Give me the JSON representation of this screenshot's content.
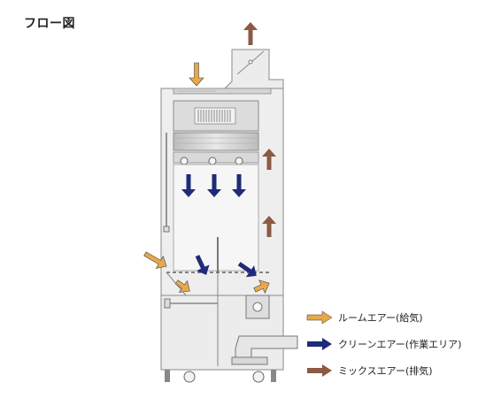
{
  "title": "フロー図",
  "legend": [
    {
      "label": "ルームエアー(給気)",
      "color": "#e8a84a"
    },
    {
      "label": "クリーンエアー(作業エリア)",
      "color": "#1f2a7a"
    },
    {
      "label": "ミックスエアー(排気)",
      "color": "#8a5a44"
    }
  ]
}
